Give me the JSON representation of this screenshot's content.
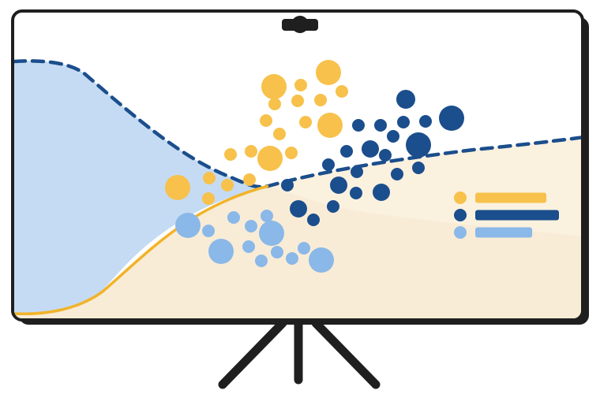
{
  "palette": {
    "outline": "#1f1f1f",
    "screen": "#ffffff",
    "blue_area": "#c5dbf3",
    "cream_area": "#f8ecd6",
    "yellow": "#f7c14b",
    "yellow_line": "#f2b32a",
    "dark_blue": "#1b4e8c",
    "light_blue": "#8ab8e8"
  },
  "icons": {
    "camera": "webcam-icon",
    "stand": "tripod-stand-icon"
  },
  "legend": {
    "entries": [
      {
        "marker": "yellow",
        "bar": "yellow",
        "length": 0.85
      },
      {
        "marker": "dark_blue",
        "bar": "dark_blue",
        "length": 1.0
      },
      {
        "marker": "light_blue",
        "bar": "light_blue",
        "length": 0.68
      }
    ]
  },
  "clusters": [
    {
      "color": "yellow",
      "name": "yellow-dot"
    },
    {
      "color": "dark_blue",
      "name": "dark-blue-dot"
    },
    {
      "color": "light_blue",
      "name": "light-blue-dot"
    }
  ]
}
